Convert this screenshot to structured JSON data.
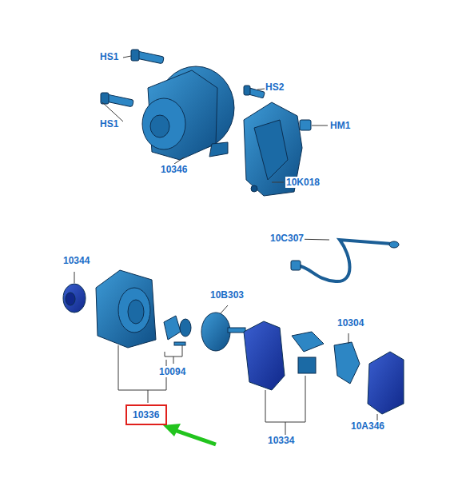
{
  "diagram": {
    "nodes": [
      {
        "text": [
          "10336"
        ]
      }
    ],
    "labels": [
      "HS1",
      "HS2",
      "HM1",
      "HS1",
      "10346",
      "10K018",
      "10C307",
      "10344",
      "10B303",
      "10304",
      "10094",
      "10334",
      "10A346"
    ]
  }
}
